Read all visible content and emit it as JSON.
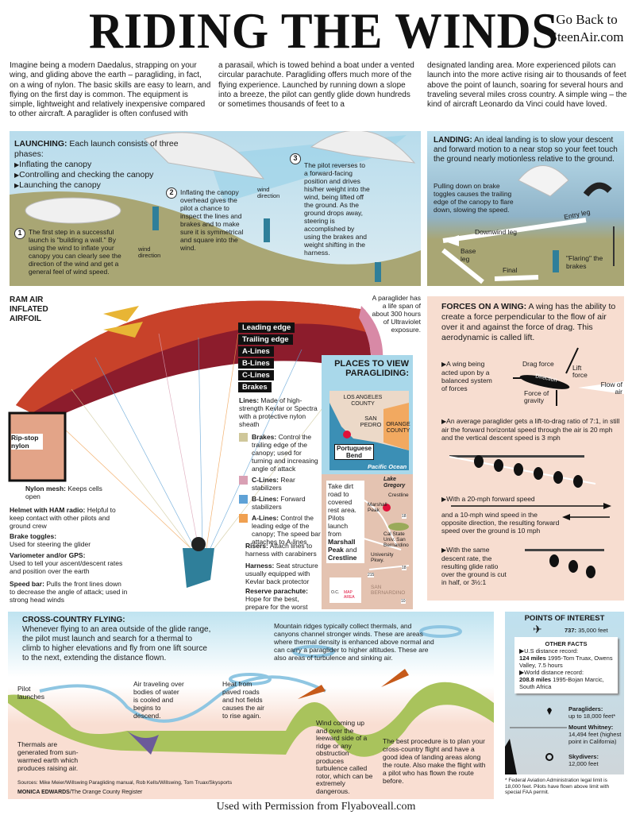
{
  "header": {
    "title": "RIDING THE WINDS",
    "goback_line1": "Go Back to",
    "goback_line2": "SteenAir.com"
  },
  "intro": [
    "Imagine being a modern Daedalus, strapping on your wing, and gliding above the earth – paragliding, in fact, on a wing of nylon. The basic skills are easy to learn, and flying on the first day is common. The equipment is simple, lightweight and relatively inexpensive compared to other aircraft. A paraglider is often confused with",
    "a parasail, which is towed behind a boat under a vented circular parachute. Paragliding offers much more of the flying experience. Launched by running down a slope into a breeze, the pilot can gently glide down hundreds or sometimes thousands of feet to a",
    "designated landing area. More experienced pilots can launch into the more active rising air to thousands of feet above the point of launch, soaring for several hours and traveling several miles cross country. A simple wing – the kind of aircraft Leonardo da Vinci could have loved."
  ],
  "launching": {
    "heading": "LAUNCHING:",
    "intro": "Each launch consists of three phases:",
    "phases": [
      "Inflating the canopy",
      "Controlling and checking the canopy",
      "Launching the canopy"
    ],
    "steps": [
      {
        "n": "1",
        "text": "The first step in a successful launch is \"building a wall.\" By using the wind to inflate your canopy you can clearly see the direction of the wind and get a general feel of wind speed."
      },
      {
        "n": "2",
        "text": "Inflating the canopy overhead gives the pilot a chance to inspect the lines and brakes and to make sure it is symmetrical and square into the wind."
      },
      {
        "n": "3",
        "text": "The pilot reverses to a forward-facing position and drives his/her weight into the wind, being lifted off the ground. As the ground drops away, steering is accomplished by using the brakes and weight shifting in the harness."
      }
    ],
    "wind_label": "wind direction"
  },
  "landing": {
    "heading": "LANDING:",
    "text": "An ideal landing is to slow your descent and forward motion to a near stop so your feet touch the ground nearly motionless relative to the ground.",
    "brake_note": "Pulling down on brake toggles causes the trailing edge of the canopy to flare down, slowing the speed.",
    "legs": [
      "Entry leg",
      "Downwind leg",
      "Base leg",
      "Final"
    ],
    "flaring": "\"Flaring\" the brakes"
  },
  "wing": {
    "airfoil_label": "RAM AIR INFLATED AIRFOIL",
    "lifespan": "A paraglider has a life span of about 300 hours of Ultraviolet exposure.",
    "tags": [
      "Leading edge",
      "Trailing edge",
      "A-Lines",
      "B-Lines",
      "C-Lines",
      "Brakes"
    ],
    "lines_note": {
      "bold": "Lines:",
      "text": "Made of high-strength Kevlar or Spectra with a protective nylon sheath"
    },
    "legend": [
      {
        "bold": "Brakes:",
        "text": "Control the trailing edge of the canopy; used for turning and increasing angle of attack",
        "color": "#cfc79a"
      },
      {
        "bold": "C-Lines:",
        "text": "Rear stabilizers",
        "color": "#d9a0b4"
      },
      {
        "bold": "B-Lines:",
        "text": "Forward stabilizers",
        "color": "#5fa2d6"
      },
      {
        "bold": "A-Lines:",
        "text": "Control the leading edge of the canopy; The speed bar attaches to A-lines",
        "color": "#f0a050"
      }
    ],
    "ripstop": "Rip-stop nylon",
    "mesh": {
      "bold": "Nylon mesh:",
      "text": "Keeps cells open"
    },
    "left_notes": [
      {
        "bold": "Helmet with HAM radio:",
        "text": "Helpful to keep contact with other pilots and ground crew"
      },
      {
        "bold": "Brake toggles:",
        "text": "Used for steering the glider"
      },
      {
        "bold": "Variometer and/or GPS:",
        "text": "Used to tell your ascent/descent rates and position over the earth"
      },
      {
        "bold": "Speed bar:",
        "text": "Pulls the front lines down to decrease the angle of attack; used in strong head winds"
      }
    ],
    "right_notes": [
      {
        "bold": "Risers:",
        "text": "Attach lines to harness with carabiners"
      },
      {
        "bold": "Harness:",
        "text": "Seat structure usually equipped with Kevlar back protector"
      },
      {
        "bold": "Reserve parachute:",
        "text": "Hope for the best, prepare for the worst"
      }
    ]
  },
  "places": {
    "heading": "PLACES TO VIEW PARAGLIDING:",
    "map1": {
      "la": "LOS ANGELES COUNTY",
      "sp": "SAN PEDRO",
      "oc": "ORANGE COUNTY",
      "spot": "Portuguese Bend",
      "ocean": "Pacific Ocean"
    },
    "map2": {
      "note_pre": "Take dirt road to covered rest area. Pilots launch from",
      "peak": "Marshall Peak",
      "and": "and",
      "crest": "Crestline",
      "lake": "Lake Gregory",
      "crestline": "Crestline",
      "marshall": "Marshall Peak",
      "csu": "Cal State Univ. San Bernardino",
      "pkwy": "University Pkwy.",
      "sb": "SAN BERNARDINO",
      "oc": "O.C.",
      "area": "MAP AREA",
      "r18": "18",
      "r215": "215",
      "r10": "10"
    }
  },
  "forces": {
    "heading": "FORCES ON A WING:",
    "text": "A wing has the ability to create a force perpendicular to the flow of air over it and against the force of drag. This aerodynamic is called lift.",
    "balanced": "A wing being acted upon by a balanced system of forces",
    "drag": "Drag force",
    "lift": "Lift force",
    "gravity": "Force of gravity",
    "flow": "Flow of air",
    "direction": "Direction",
    "ratio": "An average paraglider gets a lift-to-drag ratio of 7:1, in still air the forward horizontal speed through the air is 20 mph and the vertical descent speed is 3 mph",
    "speed1": "With a 20-mph forward speed",
    "speed2": "and a 10-mph wind speed in the opposite direction, the resulting forward speed over the ground is 10 mph",
    "same": "With the same descent rate, the resulting glide ratio over the ground is cut in half, or 3½:1"
  },
  "cross": {
    "heading": "CROSS-COUNTRY FLYING:",
    "text": "Whenever flying to an area outside of the glide range, the pilot must launch and search for a thermal to climb to higher elevations and fly from one lift source to the next, extending the distance flown.",
    "ridges": "Mountain ridges typically collect thermals, and canyons channel stronger winds. These are areas where thermal density is enhanced above normal and can carry a paraglider to higher altitudes. These are also areas of turbulence and sinking air.",
    "pilot": "Pilot launches",
    "water": "Air traveling over bodies of water is cooled and begins to descend.",
    "heat": "Heat from paved roads and hot fields causes the air to rise again.",
    "thermals": "Thermals are generated from sun-warmed earth which produces raising air.",
    "rotor": "Wind coming up and over the leeward side of a ridge or any obstruction produces turbulence called rotor, which can be extremely dangerous.",
    "best": "The best procedure is to plan your cross-country flight and have a good idea of landing areas along the route. Also make the flight with a pilot who has flown the route before.",
    "sources": "Sources: Mike Meier/Willswing Paragliding manual, Rob Kells/Willswing, Tom Truax/Skysports",
    "credit_bold": "MONICA EDWARDS",
    "credit": "/The Orange County Register"
  },
  "poi": {
    "heading": "POINTS OF INTEREST",
    "jet_bold": "737:",
    "jet": "35,000 feet",
    "facts_title": "OTHER FACTS",
    "us_label": "U.S distance record:",
    "us_bold": "124 miles",
    "us": "1995-Tom Truax, Owens Valley, 7.5 hours",
    "world_label": "World distance record:",
    "world_bold": "208.8 miles",
    "world": "1995-Bojan Marcic, South Africa",
    "para_bold": "Paragliders:",
    "para": "up to 18,000 feet*",
    "whit_bold": "Mount Whitney:",
    "whit": "14,494 feet (highest point in California)",
    "sky_bold": "Skydivers:",
    "sky": "12,000 feet",
    "footnote": "* Federal Aviation Administration legal limit is 18,000 feet. Pilots have flown above limit with special FAA permit."
  },
  "footer": "Used with Permission from Flyaboveall.com"
}
